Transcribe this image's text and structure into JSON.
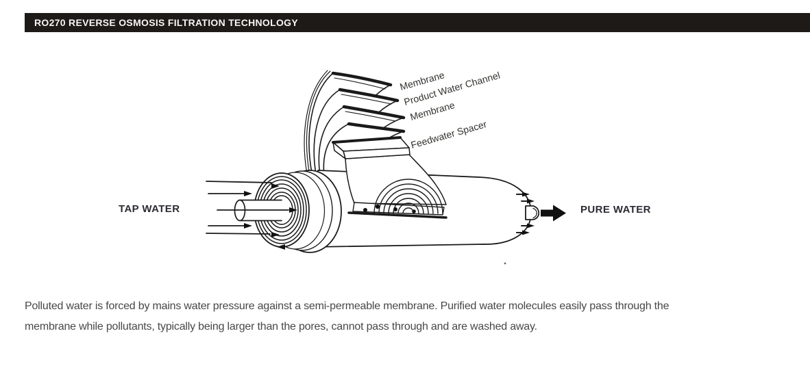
{
  "header": {
    "title": "RO270 REVERSE OSMOSIS FILTRATION TECHNOLOGY"
  },
  "diagram": {
    "sheet_labels": [
      {
        "id": "membrane-top",
        "text": "Membrane"
      },
      {
        "id": "product-water-channel",
        "text": "Product Water Channel"
      },
      {
        "id": "membrane-bottom",
        "text": "Membrane"
      },
      {
        "id": "feedwater-spacer",
        "text": "Feedwater Spacer"
      }
    ],
    "tap_water": "TAP WATER",
    "pure_water": "PURE WATER"
  },
  "caption": {
    "line1": "Polluted water is forced by mains water pressure against a semi-permeable membrane. Purified water molecules easily pass through the",
    "line2": "membrane while pollutants, typically being larger than the pores, cannot pass through and are washed away."
  },
  "colors": {
    "header_bar": "#1d1a17",
    "ink": "#1a1a1a",
    "label_text": "#32322f",
    "flow_label_text": "#2b2b34",
    "caption_text": "#474747"
  }
}
